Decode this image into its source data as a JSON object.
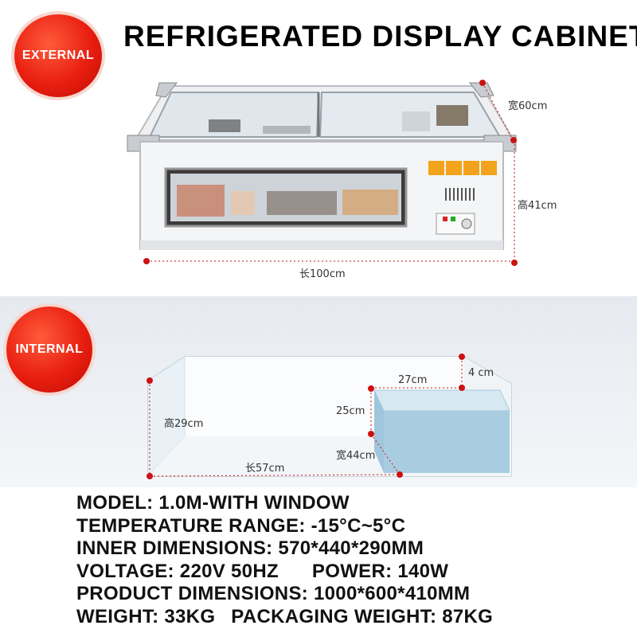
{
  "title": "REFRIGERATED DISPLAY CABINET",
  "badges": {
    "external": "EXTERNAL",
    "internal": "INTERNAL"
  },
  "colors": {
    "badge_red": "#e81e10",
    "dimension_dot": "#cc1111",
    "inner_block": "#a9cde0"
  },
  "external_dimensions": {
    "width": "宽60cm",
    "height": "高41cm",
    "length": "长100cm"
  },
  "internal_dimensions": {
    "height": "高29cm",
    "length": "长57cm",
    "width": "宽44cm",
    "block_height": "25cm",
    "block_length": "27cm",
    "ledge": "4 cm"
  },
  "specs": {
    "model": "MODEL: 1.0M-WITH WINDOW",
    "temperature": "TEMPERATURE RANGE: -15°C~5°C",
    "inner_dimensions": "INNER DIMENSIONS: 570*440*290MM",
    "voltage": "VOLTAGE: 220V 50HZ",
    "power": "POWER: 140W",
    "product_dimensions": "PRODUCT DIMENSIONS: 1000*600*410MM",
    "weight": "WEIGHT: 33KG",
    "packaging_weight": "PACKAGING WEIGHT: 87KG"
  }
}
